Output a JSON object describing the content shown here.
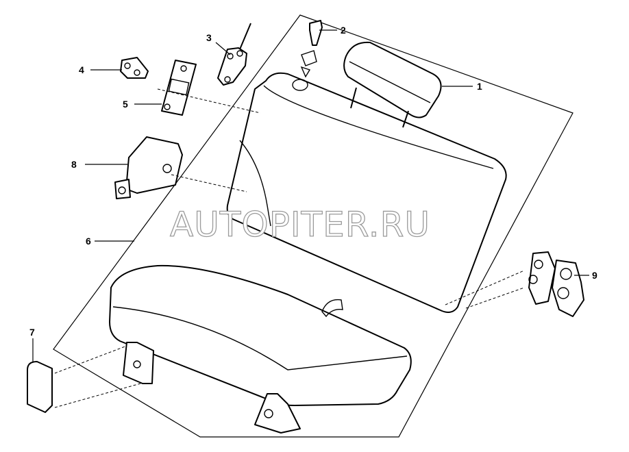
{
  "watermark": "AUTOPITER.RU",
  "callouts": {
    "c1": "1",
    "c2": "2",
    "c3": "3",
    "c4": "4",
    "c5": "5",
    "c6": "6",
    "c7": "7",
    "c8": "8",
    "c9": "9"
  },
  "colors": {
    "ink": "#000000",
    "paper": "#ffffff",
    "watermark_stroke": "#9a9a9a"
  }
}
